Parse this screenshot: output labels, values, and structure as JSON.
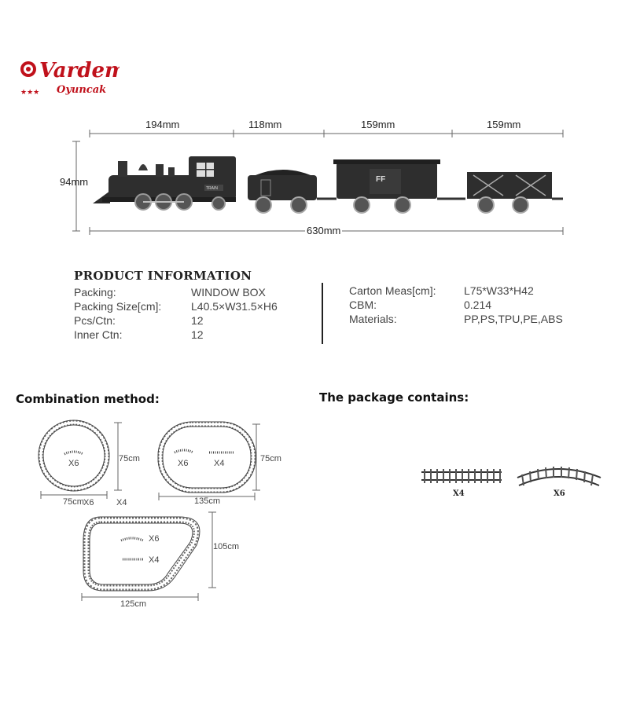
{
  "logo": {
    "line1": "Vardem",
    "line2": "Oyuncak"
  },
  "dimensions": {
    "locomotive": "194mm",
    "tender": "118mm",
    "boxcar": "159mm",
    "flatcar": "159mm",
    "height": "94mm",
    "total": "630mm"
  },
  "train": {
    "loco_plate": "TRAIN",
    "boxcar_mark": "FF"
  },
  "product_info": {
    "title": "PRODUCT INFORMATION",
    "left": [
      {
        "label": "Packing:",
        "value": "WINDOW BOX"
      },
      {
        "label": "Packing Size[cm]:",
        "value": "L40.5×W31.5×H6"
      },
      {
        "label": "Pcs/Ctn:",
        "value": "12"
      },
      {
        "label": "Inner Ctn:",
        "value": "12"
      }
    ],
    "right": [
      {
        "label": "Carton Meas[cm]:",
        "value": "L75*W33*H42"
      },
      {
        "label": "CBM:",
        "value": "0.214"
      },
      {
        "label": "Materials:",
        "value": "PP,PS,TPU,PE,ABS"
      }
    ]
  },
  "combination": {
    "title": "Combination method:",
    "circle": {
      "count": "X6",
      "height": "75cm",
      "width": "75cm",
      "below_a": "X6",
      "below_b": "X4"
    },
    "oval": {
      "curve_count": "X6",
      "straight_count": "X4",
      "height": "75cm",
      "width": "135cm"
    },
    "large": {
      "curve_count": "X6",
      "straight_count": "X4",
      "height": "105cm",
      "width": "125cm"
    }
  },
  "package": {
    "title": "The package contains:",
    "straight_count": "X4",
    "curve_count": "X6"
  }
}
